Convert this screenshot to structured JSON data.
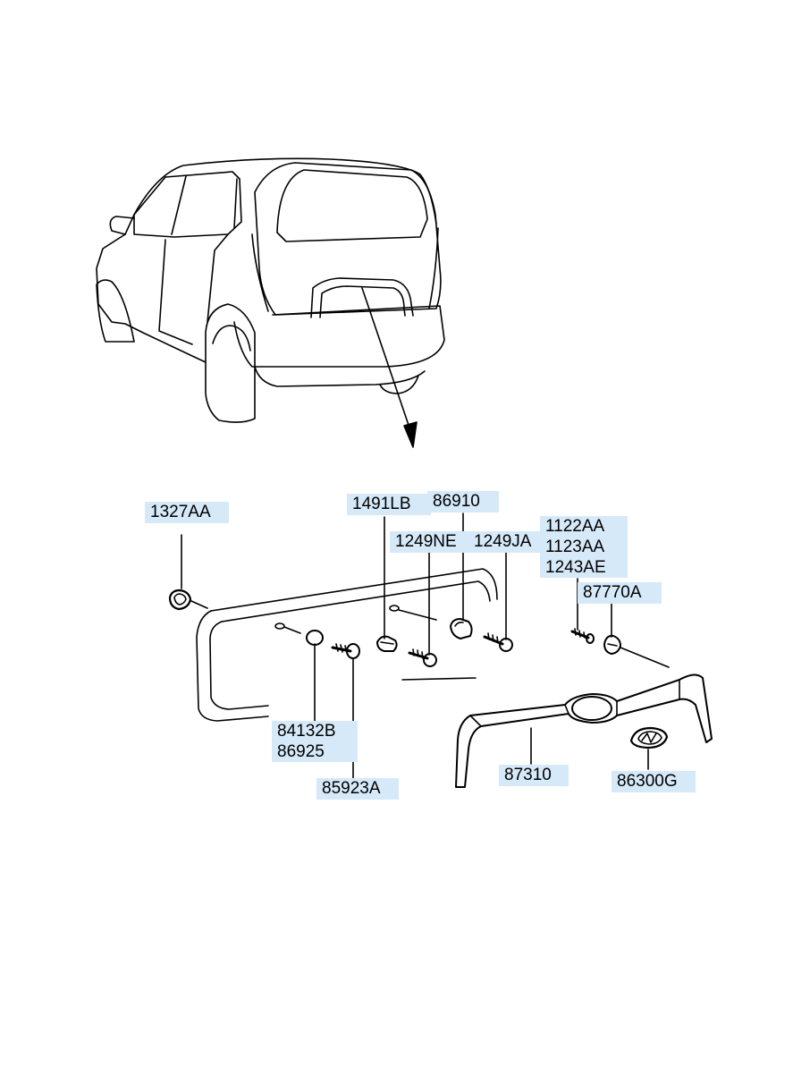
{
  "callouts": {
    "p1327AA": "1327AA",
    "p1491LB": "1491LB",
    "p86910": "86910",
    "p1249NE": "1249NE",
    "p1249JA": "1249JA",
    "p1122AA": "1122AA",
    "p1123AA": "1123AA",
    "p1243AE": "1243AE",
    "p87770A": "87770A",
    "p84132B": "84132B",
    "p86925": "86925",
    "p85923A": "85923A",
    "p87310": "87310",
    "p86300G": "86300G"
  },
  "colors": {
    "label_bg": "#d6e9f8",
    "line": "#000000"
  }
}
